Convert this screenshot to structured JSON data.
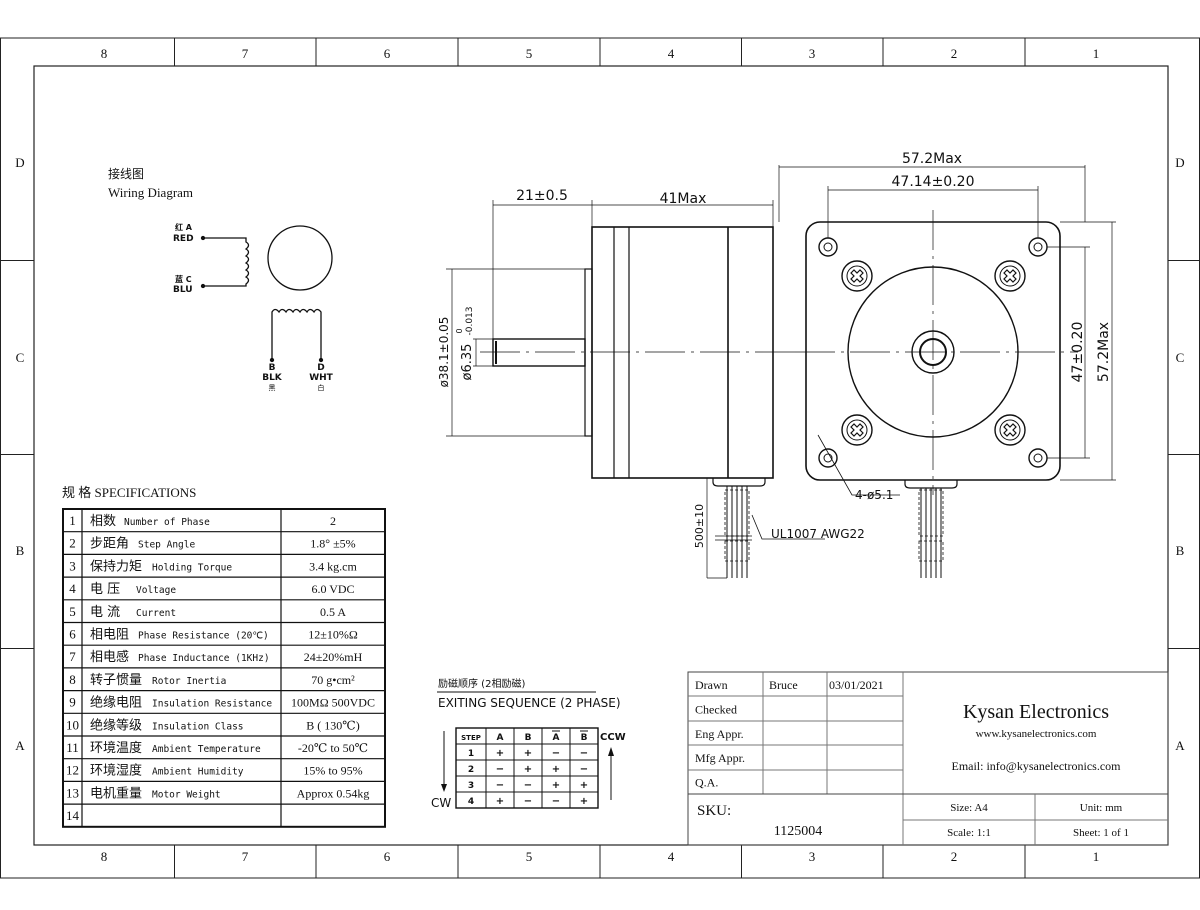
{
  "zones": {
    "columns": [
      "8",
      "7",
      "6",
      "5",
      "4",
      "3",
      "2",
      "1"
    ],
    "rows": [
      "D",
      "C",
      "B",
      "A"
    ]
  },
  "wiring": {
    "title_cn": "接线图",
    "title_en": "Wiring Diagram",
    "a_cn": "红 A",
    "a_en": "RED",
    "c_cn": "蓝 C",
    "c_en": "BLU",
    "b_letter": "B",
    "b_en": "BLK",
    "b_cn": "黑",
    "d_letter": "D",
    "d_en": "WHT",
    "d_cn": "白"
  },
  "specs": {
    "title": "规 格 SPECIFICATIONS",
    "rows": [
      {
        "n": "1",
        "cn": "相数",
        "en": "Number of Phase",
        "value": "2"
      },
      {
        "n": "2",
        "cn": "步距角",
        "en": "Step Angle",
        "value": "1.8° ±5%"
      },
      {
        "n": "3",
        "cn": "保持力矩",
        "en": "Holding Torque",
        "value": "3.4 kg.cm"
      },
      {
        "n": "4",
        "cn": "电 压",
        "en": "Voltage",
        "value": "6.0 VDC"
      },
      {
        "n": "5",
        "cn": "电 流",
        "en": "Current",
        "value": "0.5 A"
      },
      {
        "n": "6",
        "cn": "相电阻",
        "en": "Phase Resistance (20℃)",
        "value": "12±10%Ω"
      },
      {
        "n": "7",
        "cn": "相电感",
        "en": "Phase Inductance (1KHz)",
        "value": "24±20%mH"
      },
      {
        "n": "8",
        "cn": "转子惯量",
        "en": "Rotor Inertia",
        "value": "70 g•cm²"
      },
      {
        "n": "9",
        "cn": "绝缘电阻",
        "en": "Insulation Resistance",
        "value": "100MΩ 500VDC"
      },
      {
        "n": "10",
        "cn": "绝缘等级",
        "en": "Insulation Class",
        "value": "B ( 130℃)"
      },
      {
        "n": "11",
        "cn": "环境温度",
        "en": "Ambient Temperature",
        "value": "-20℃ to 50℃"
      },
      {
        "n": "12",
        "cn": "环境湿度",
        "en": "Ambient Humidity",
        "value": "15% to 95%"
      },
      {
        "n": "13",
        "cn": "电机重量",
        "en": "Motor Weight",
        "value": "Approx 0.54kg"
      },
      {
        "n": "14",
        "cn": "",
        "en": "",
        "value": ""
      }
    ]
  },
  "sequence": {
    "title_cn": "励磁顺序 (2相励磁)",
    "title_en": "EXITING SEQUENCE (2 PHASE)",
    "headers": [
      "STEP",
      "A",
      "B",
      "A",
      "B"
    ],
    "rows": [
      [
        "1",
        "+",
        "+",
        "−",
        "−"
      ],
      [
        "2",
        "−",
        "+",
        "+",
        "−"
      ],
      [
        "3",
        "−",
        "−",
        "+",
        "+"
      ],
      [
        "4",
        "+",
        "−",
        "−",
        "+"
      ]
    ],
    "cw": "CW",
    "ccw": "CCW"
  },
  "dimensions": {
    "shaft_length": "21±0.5",
    "body_length": "41Max",
    "flange_dia": "ø38.1±0.05",
    "shaft_dia": "ø6.35",
    "shaft_tol_upper": "0",
    "shaft_tol_lower": "-0.013",
    "lead_length": "500±10",
    "cable": "UL1007  AWG22",
    "overall_width": "57.2Max",
    "hole_spacing_h": "47.14±0.20",
    "hole_spacing_v": "47±0.20",
    "overall_height": "57.2Max",
    "holes": "4-ø5.1"
  },
  "title_block": {
    "rows": [
      {
        "label": "Drawn",
        "name": "Bruce",
        "date": "03/01/2021"
      },
      {
        "label": "Checked",
        "name": "",
        "date": ""
      },
      {
        "label": "Eng Appr.",
        "name": "",
        "date": ""
      },
      {
        "label": "Mfg Appr.",
        "name": "",
        "date": ""
      },
      {
        "label": "Q.A.",
        "name": "",
        "date": ""
      }
    ],
    "company": "Kysan Electronics",
    "website": "www.kysanelectronics.com",
    "email": "Email: info@kysanelectronics.com",
    "sku_label": "SKU:",
    "sku": "1125004",
    "size": "Size: A4",
    "unit": "Unit: mm",
    "scale": "Scale: 1:1",
    "sheet": "Sheet: 1 of 1"
  }
}
